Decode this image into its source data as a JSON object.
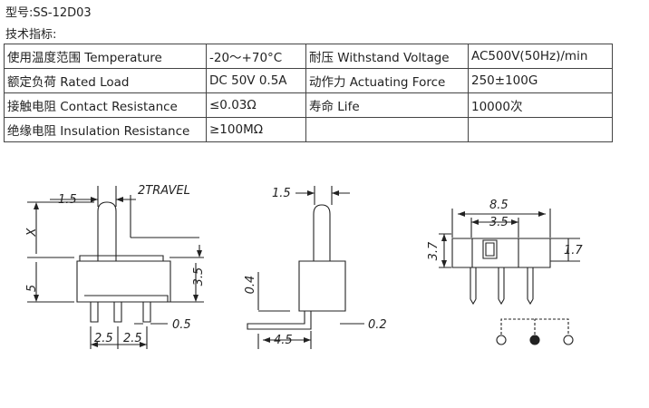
{
  "header": {
    "model": "型号:SS-12D03",
    "subtitle": "技术指标:"
  },
  "specs": {
    "rows": [
      [
        "使用温度范围 Temperature",
        "-20～+70°C",
        "耐压 Withstand Voltage",
        "AC500V(50Hz)/min"
      ],
      [
        "额定负荷 Rated Load",
        "DC 50V 0.5A",
        "动作力 Actuating Force",
        "250±100G"
      ],
      [
        "接触电阻 Contact Resistance",
        "≤0.03Ω",
        "寿命 Life",
        "10000次"
      ],
      [
        "绝缘电阻 Insulation Resistance",
        "≥100MΩ",
        "",
        ""
      ]
    ]
  },
  "drawing": {
    "front": {
      "d_1_5": "1.5",
      "travel": "2TRAVEL",
      "x": "X",
      "d_5": "5",
      "d_3_5": "3.5",
      "d_0_5": "0.5",
      "d_2_5a": "2.5",
      "d_2_5b": "2.5"
    },
    "side": {
      "d_1_5": "1.5",
      "d_0_4": "0.4",
      "d_4_5": "4.5",
      "d_0_2": "0.2"
    },
    "top": {
      "d_8_5": "8.5",
      "d_3_5": "3.5",
      "d_3_7": "3.7",
      "d_1_7": "1.7"
    }
  }
}
